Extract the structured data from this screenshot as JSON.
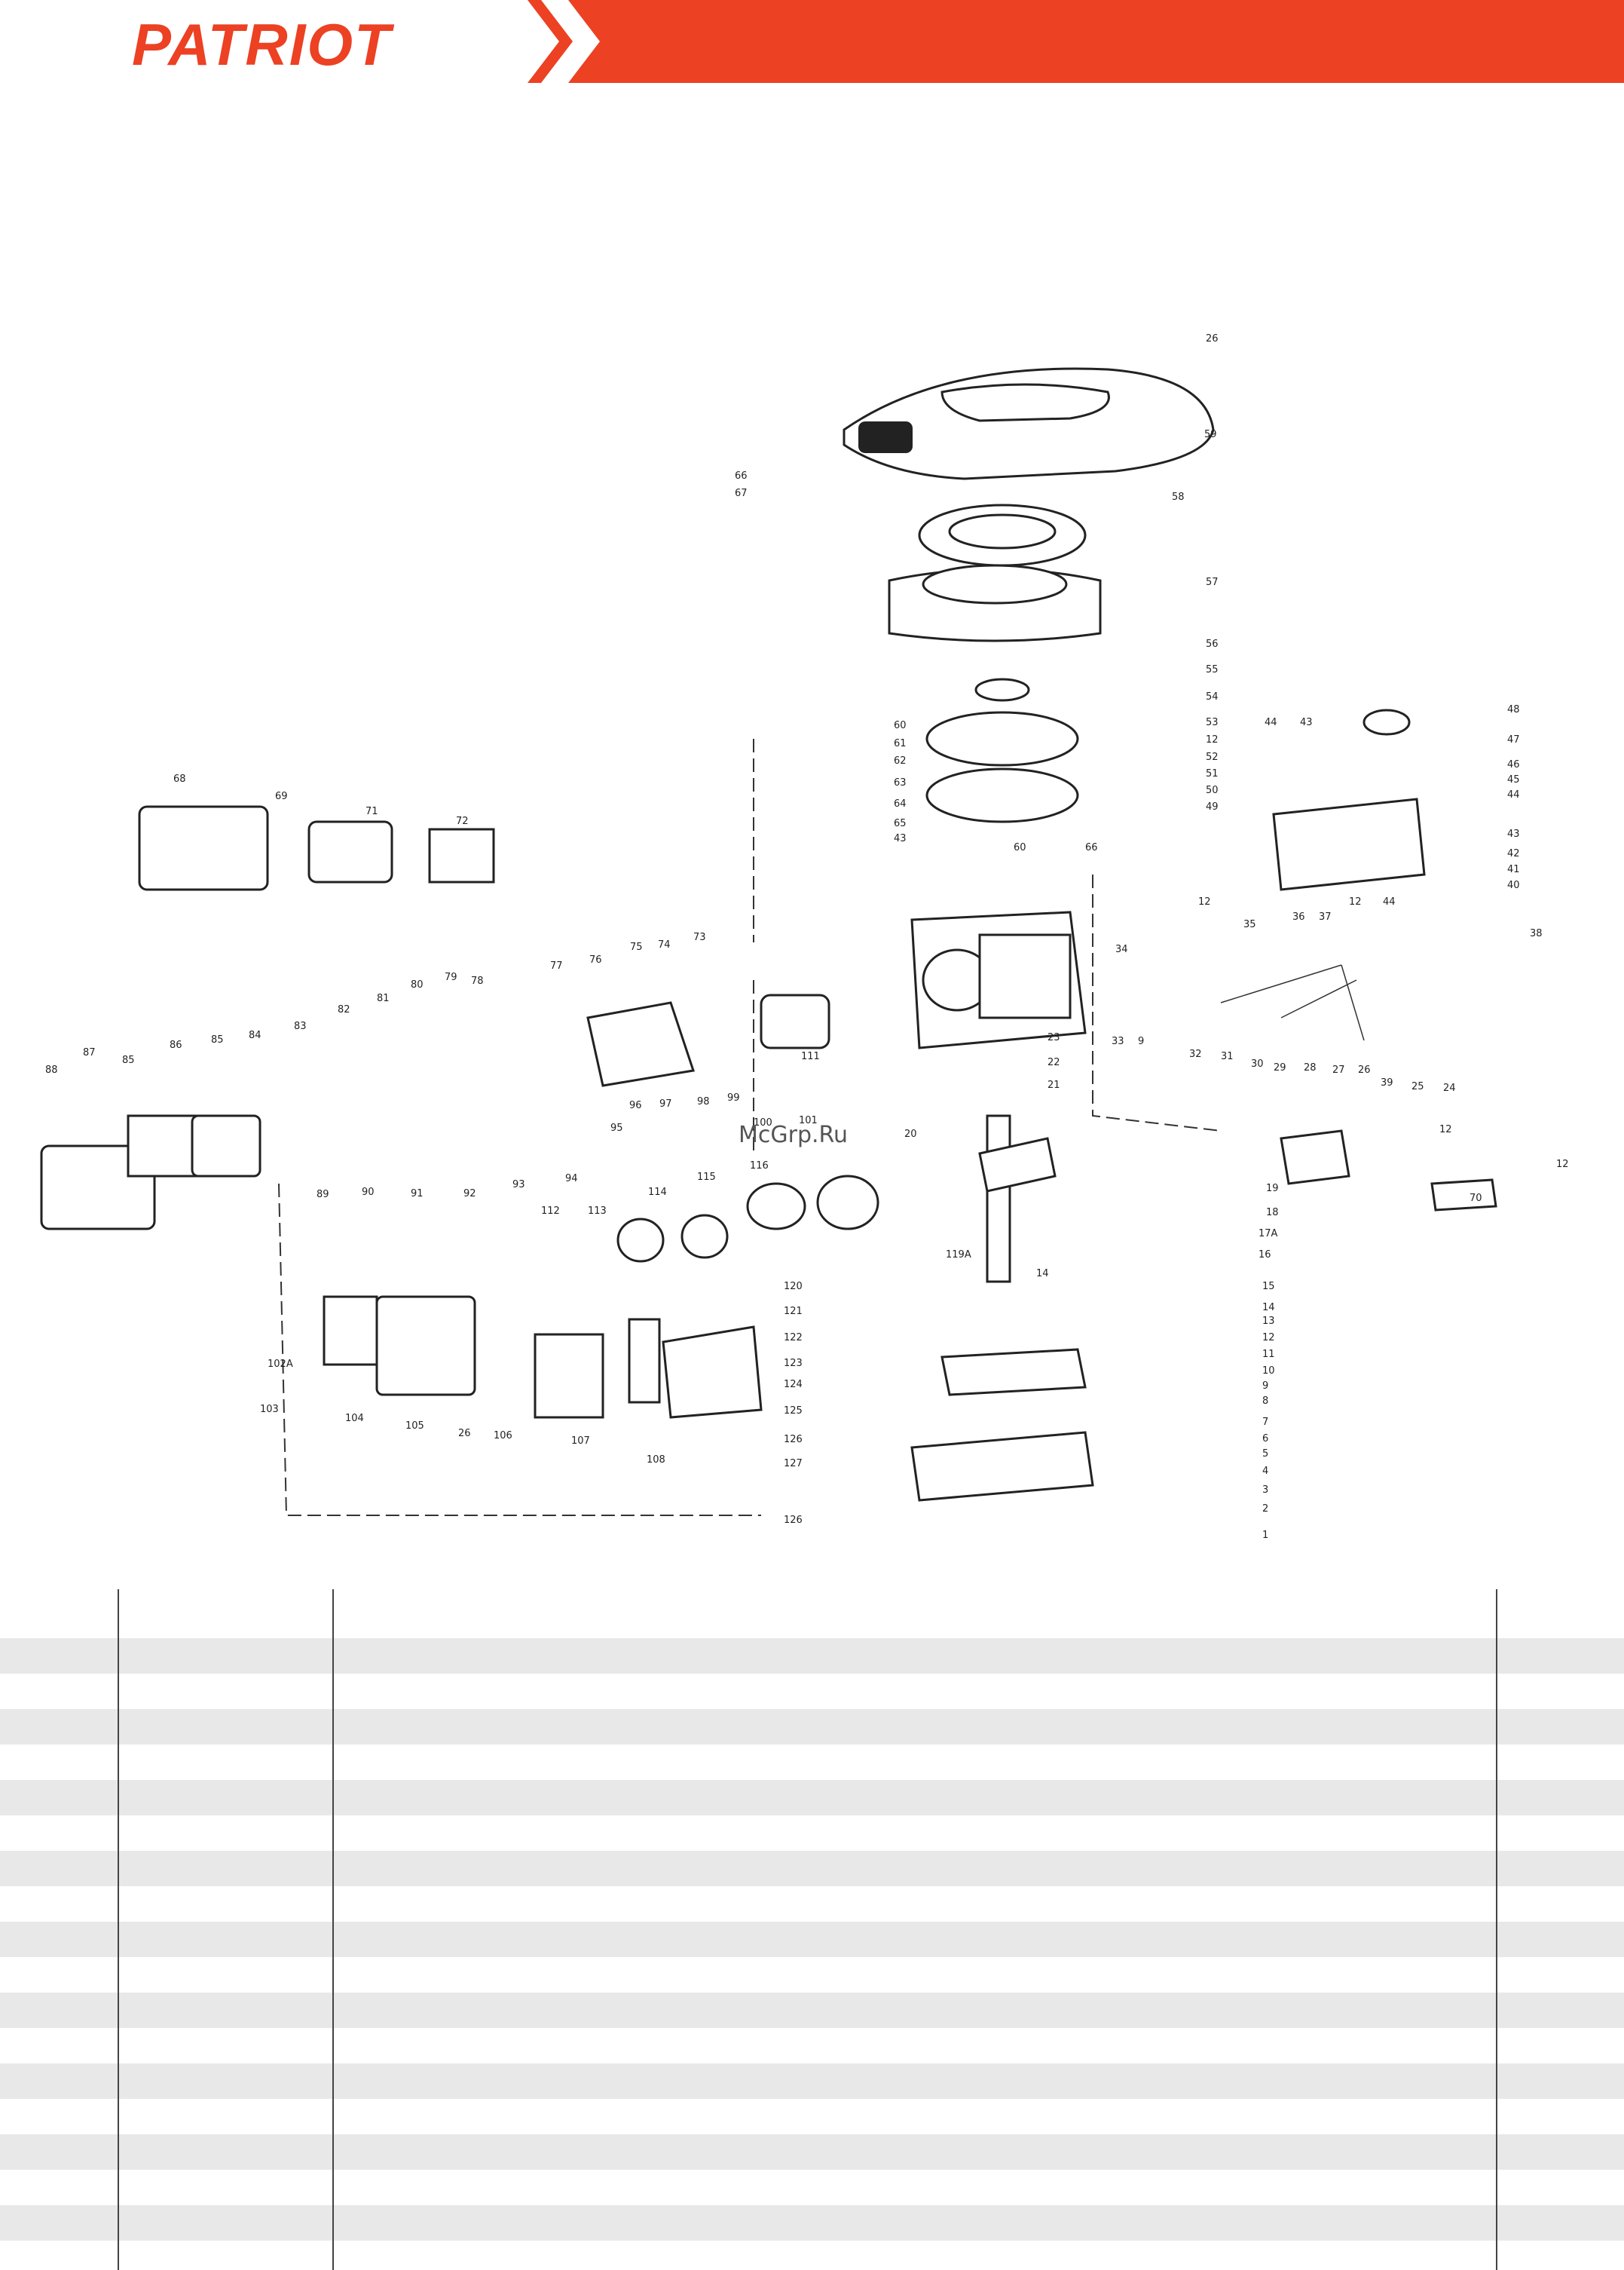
{
  "header": {
    "brand": "PATRIOT",
    "accent_color": "#ec4123"
  },
  "watermark": "McGrp.Ru",
  "diagram": {
    "labels": [
      {
        "text": "26"
      },
      {
        "text": "59"
      },
      {
        "text": "66"
      },
      {
        "text": "67"
      },
      {
        "text": "58"
      },
      {
        "text": "57"
      },
      {
        "text": "56"
      },
      {
        "text": "55"
      },
      {
        "text": "54"
      },
      {
        "text": "53"
      },
      {
        "text": "12"
      },
      {
        "text": "52"
      },
      {
        "text": "51"
      },
      {
        "text": "50"
      },
      {
        "text": "49"
      },
      {
        "text": "60"
      },
      {
        "text": "61"
      },
      {
        "text": "62"
      },
      {
        "text": "63"
      },
      {
        "text": "64"
      },
      {
        "text": "65"
      },
      {
        "text": "43"
      },
      {
        "text": "60"
      },
      {
        "text": "66"
      },
      {
        "text": "44"
      },
      {
        "text": "43"
      },
      {
        "text": "48"
      },
      {
        "text": "47"
      },
      {
        "text": "46"
      },
      {
        "text": "45"
      },
      {
        "text": "44"
      },
      {
        "text": "43"
      },
      {
        "text": "42"
      },
      {
        "text": "41"
      },
      {
        "text": "40"
      },
      {
        "text": "38"
      },
      {
        "text": "36"
      },
      {
        "text": "37"
      },
      {
        "text": "12"
      },
      {
        "text": "44"
      },
      {
        "text": "35"
      },
      {
        "text": "12"
      },
      {
        "text": "34"
      },
      {
        "text": "68"
      },
      {
        "text": "69"
      },
      {
        "text": "71"
      },
      {
        "text": "72"
      },
      {
        "text": "73"
      },
      {
        "text": "74"
      },
      {
        "text": "75"
      },
      {
        "text": "76"
      },
      {
        "text": "77"
      },
      {
        "text": "78"
      },
      {
        "text": "79"
      },
      {
        "text": "80"
      },
      {
        "text": "81"
      },
      {
        "text": "82"
      },
      {
        "text": "83"
      },
      {
        "text": "84"
      },
      {
        "text": "85"
      },
      {
        "text": "86"
      },
      {
        "text": "85"
      },
      {
        "text": "87"
      },
      {
        "text": "88"
      },
      {
        "text": "89"
      },
      {
        "text": "90"
      },
      {
        "text": "91"
      },
      {
        "text": "92"
      },
      {
        "text": "93"
      },
      {
        "text": "94"
      },
      {
        "text": "95"
      },
      {
        "text": "96"
      },
      {
        "text": "97"
      },
      {
        "text": "98"
      },
      {
        "text": "99"
      },
      {
        "text": "100"
      },
      {
        "text": "101"
      },
      {
        "text": "111"
      },
      {
        "text": "23"
      },
      {
        "text": "22"
      },
      {
        "text": "21"
      },
      {
        "text": "20"
      },
      {
        "text": "19"
      },
      {
        "text": "18"
      },
      {
        "text": "17A"
      },
      {
        "text": "16"
      },
      {
        "text": "33"
      },
      {
        "text": "9"
      },
      {
        "text": "32"
      },
      {
        "text": "31"
      },
      {
        "text": "30"
      },
      {
        "text": "29"
      },
      {
        "text": "28"
      },
      {
        "text": "27"
      },
      {
        "text": "26"
      },
      {
        "text": "39"
      },
      {
        "text": "25"
      },
      {
        "text": "24"
      },
      {
        "text": "12"
      },
      {
        "text": "70"
      },
      {
        "text": "12"
      },
      {
        "text": "112"
      },
      {
        "text": "113"
      },
      {
        "text": "114"
      },
      {
        "text": "115"
      },
      {
        "text": "116"
      },
      {
        "text": "119A"
      },
      {
        "text": "120"
      },
      {
        "text": "121"
      },
      {
        "text": "122"
      },
      {
        "text": "123"
      },
      {
        "text": "124"
      },
      {
        "text": "125"
      },
      {
        "text": "126"
      },
      {
        "text": "127"
      },
      {
        "text": "126"
      },
      {
        "text": "14"
      },
      {
        "text": "15"
      },
      {
        "text": "14"
      },
      {
        "text": "13"
      },
      {
        "text": "12"
      },
      {
        "text": "11"
      },
      {
        "text": "10"
      },
      {
        "text": "9"
      },
      {
        "text": "8"
      },
      {
        "text": "7"
      },
      {
        "text": "6"
      },
      {
        "text": "5"
      },
      {
        "text": "4"
      },
      {
        "text": "3"
      },
      {
        "text": "2"
      },
      {
        "text": "1"
      },
      {
        "text": "102A"
      },
      {
        "text": "103"
      },
      {
        "text": "104"
      },
      {
        "text": "105"
      },
      {
        "text": "26"
      },
      {
        "text": "106"
      },
      {
        "text": "107"
      },
      {
        "text": "108"
      }
    ]
  },
  "table": {
    "row_count": 19
  }
}
